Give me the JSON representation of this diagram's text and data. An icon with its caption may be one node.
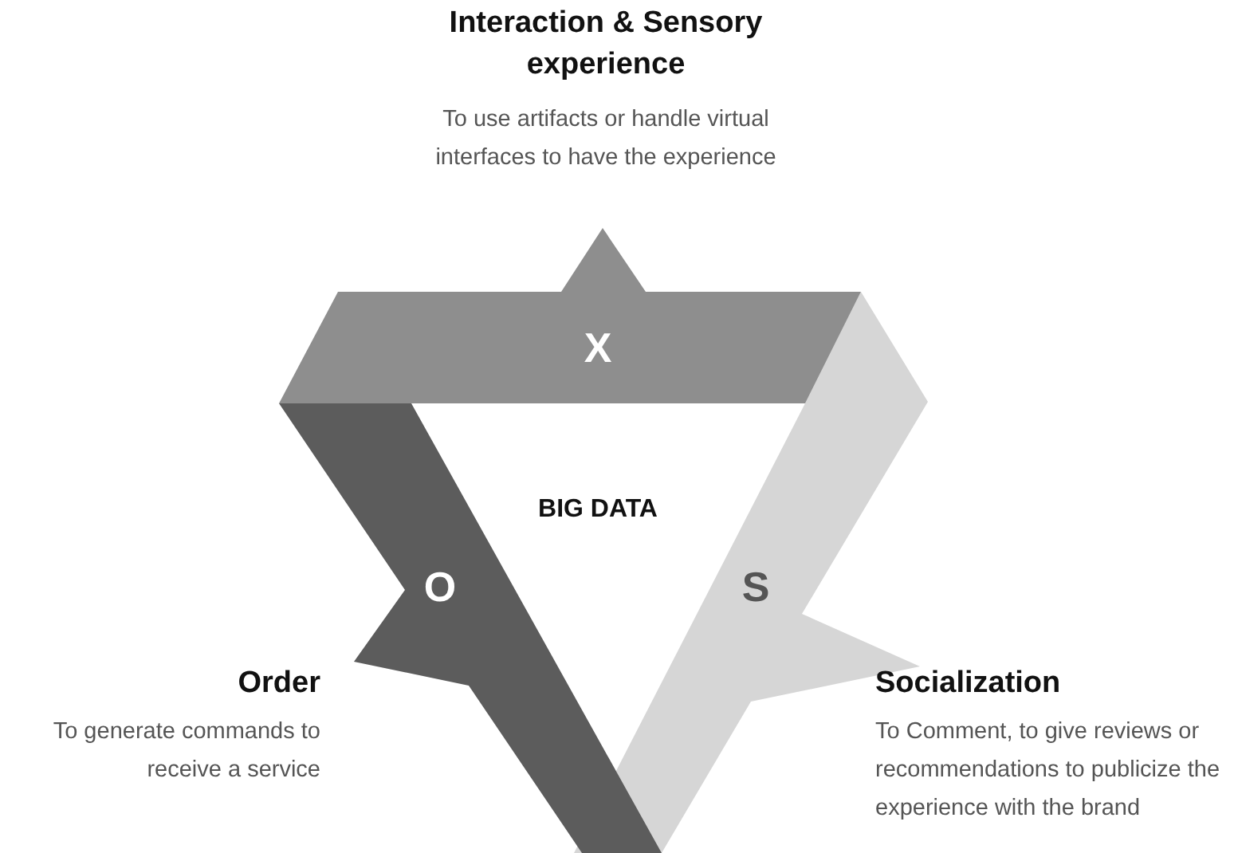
{
  "diagram": {
    "nodes": [
      {
        "text": [
          "X"
        ],
        "beside": [
          "Interaction & Sensory experience",
          "To use artifacts or handle virtual interfaces to have the experience"
        ]
      },
      {
        "text": [
          "S"
        ],
        "beside": [
          "Socialization",
          "To Comment, to give reviews or recommendations to publicize the experience with the brand"
        ]
      },
      {
        "text": [
          "O"
        ],
        "beside": [
          "Order",
          "To generate commands to receive a service"
        ]
      }
    ],
    "labels": [
      "BIG DATA"
    ]
  }
}
